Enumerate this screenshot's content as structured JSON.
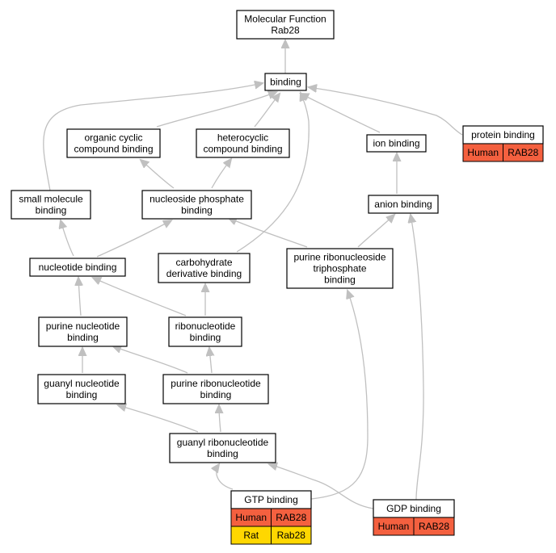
{
  "colors": {
    "edge": "#c0c0c0",
    "human": "#f4603f",
    "rat": "#ffd700",
    "node_fill": "#ffffff",
    "node_border": "#000000"
  },
  "nodes": {
    "mf": {
      "lines": [
        "Molecular Function",
        "Rab28"
      ]
    },
    "binding": {
      "lines": [
        "binding"
      ]
    },
    "organic": {
      "lines": [
        "organic cyclic",
        "compound binding"
      ]
    },
    "hetero": {
      "lines": [
        "heterocyclic",
        "compound binding"
      ]
    },
    "ion": {
      "lines": [
        "ion binding"
      ]
    },
    "protein": {
      "lines": [
        "protein binding"
      ]
    },
    "smallmol": {
      "lines": [
        "small molecule",
        "binding"
      ]
    },
    "nucphos": {
      "lines": [
        "nucleoside phosphate",
        "binding"
      ]
    },
    "anion": {
      "lines": [
        "anion binding"
      ]
    },
    "nucleotide": {
      "lines": [
        "nucleotide binding"
      ]
    },
    "carb": {
      "lines": [
        "carbohydrate",
        "derivative binding"
      ]
    },
    "prnts": {
      "lines": [
        "purine ribonucleoside",
        "triphosphate",
        "binding"
      ]
    },
    "purnuc": {
      "lines": [
        "purine nucleotide",
        "binding"
      ]
    },
    "ribonuc": {
      "lines": [
        "ribonucleotide",
        "binding"
      ]
    },
    "guanylnuc": {
      "lines": [
        "guanyl nucleotide",
        "binding"
      ]
    },
    "purribo": {
      "lines": [
        "purine ribonucleotide",
        "binding"
      ]
    },
    "guanylribo": {
      "lines": [
        "guanyl ribonucleotide",
        "binding"
      ]
    },
    "gtp": {
      "lines": [
        "GTP binding"
      ]
    },
    "gdp": {
      "lines": [
        "GDP binding"
      ]
    }
  },
  "annotations": {
    "protein": [
      {
        "species": "Human",
        "gene": "RAB28",
        "color": "human"
      }
    ],
    "gtp": [
      {
        "species": "Human",
        "gene": "RAB28",
        "color": "human"
      },
      {
        "species": "Rat",
        "gene": "Rab28",
        "color": "rat"
      }
    ],
    "gdp": [
      {
        "species": "Human",
        "gene": "RAB28",
        "color": "human"
      }
    ]
  }
}
